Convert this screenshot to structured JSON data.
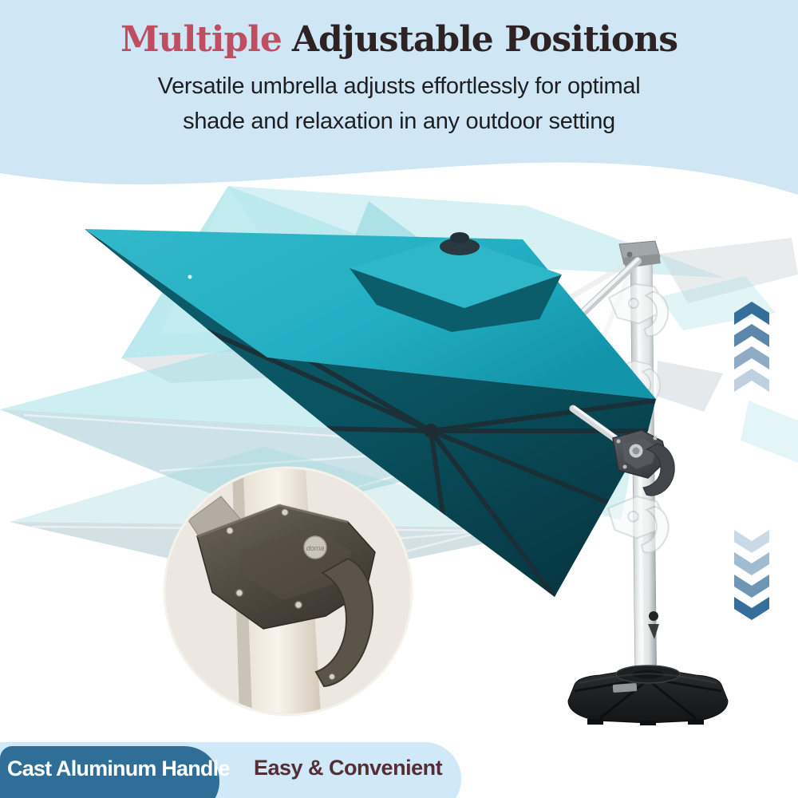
{
  "header": {
    "title_accent": "Multiple",
    "title_rest": "Adjustable Positions",
    "subtitle_line1": "Versatile umbrella adjusts effortlessly for optimal",
    "subtitle_line2": "shade and relaxation in any outdoor setting",
    "accent_color": "#c04e63",
    "title_color": "#2d2224",
    "band_color": "#cfe7f5"
  },
  "umbrella": {
    "canopy_color": "#23afc3",
    "canopy_underside_color": "#0a5766",
    "ghost_canopy_color": "#9edee5",
    "pole_color": "#e6e9e9",
    "handle_color": "#46494d",
    "base_color": "#202324",
    "handle_logo": "doma"
  },
  "indicators": {
    "up_chevrons_colors": [
      "#346e9a",
      "#5b87ad",
      "#8fabc6",
      "#bfd0e0"
    ],
    "down_chevrons_colors": [
      "#c9d9e6",
      "#a1bcd1",
      "#6d95b5",
      "#346e9a"
    ]
  },
  "footer": {
    "badge_label": "Cast Aluminum Handle",
    "badge_color": "#2f6f97",
    "badge_text_color": "#ffffff",
    "tagline": "Easy & Convenient",
    "tagline_color": "#542e34",
    "tagline_band_color": "#cfe9f8"
  }
}
